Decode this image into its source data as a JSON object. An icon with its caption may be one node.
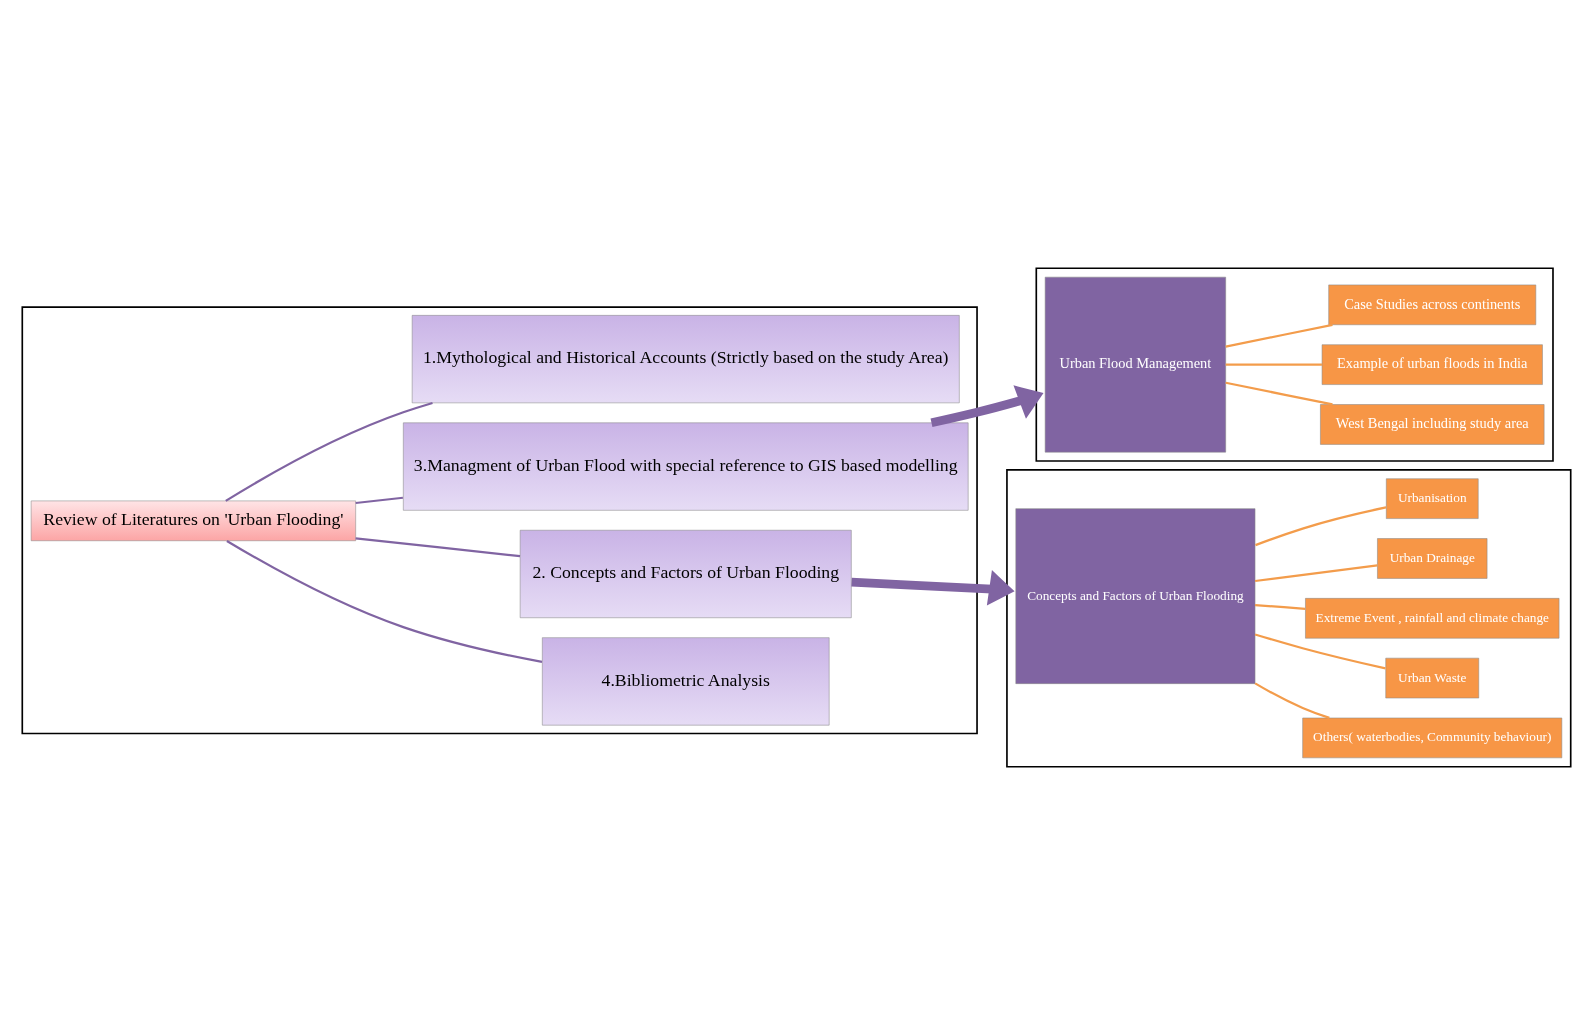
{
  "diagram": {
    "nodes": [
      {
        "text": [],
        "shape": "box"
      },
      {
        "text": [
          "Review of Literatures on 'Urban Flooding'"
        ],
        "in": 0
      },
      {
        "text": [
          "1.Mythological and Historical Accounts (Strictly based on the study Area)"
        ],
        "in": 0
      },
      {
        "text": [
          "2. Concepts and Factors of Urban Flooding"
        ],
        "in": 0
      },
      {
        "text": [
          "3.Managment of Urban Flood with special reference to GIS based modelling"
        ],
        "in": 0
      },
      {
        "text": [
          "4.Bibliometric Analysis"
        ],
        "in": 0
      },
      {
        "text": [],
        "shape": "box"
      },
      {
        "text": [
          "Concepts and Factors of Urban Flooding"
        ],
        "in": 6
      },
      {
        "text": [
          "Urbanisation"
        ],
        "in": 6
      },
      {
        "text": [
          "Urban Drainage"
        ],
        "in": 6
      },
      {
        "text": [
          "Extreme Event , rainfall and climate change"
        ],
        "in": 6
      },
      {
        "text": [
          "Urban Waste"
        ],
        "in": 6
      },
      {
        "text": [
          "Others( waterbodies, Community behaviour)"
        ],
        "in": 6
      },
      {
        "text": [],
        "shape": "box"
      },
      {
        "text": [
          "Urban Flood Management"
        ],
        "in": 13
      },
      {
        "text": [
          "Case Studies across continents"
        ],
        "in": 13
      },
      {
        "text": [
          "Example of urban floods in India"
        ],
        "in": 13
      },
      {
        "text": [
          "West Bengal including study area"
        ],
        "in": 13
      }
    ],
    "edges": [
      {
        "from": 1,
        "to": 2,
        "arrow": "none",
        "color": "#8064a2"
      },
      {
        "from": 1,
        "to": 3,
        "arrow": "none",
        "color": "#8064a2"
      },
      {
        "from": 1,
        "to": 4,
        "arrow": "none",
        "color": "#8064a2"
      },
      {
        "from": 1,
        "to": 5,
        "arrow": "none",
        "color": "#8064a2"
      },
      {
        "from": 3,
        "to": 6,
        "arrow": "to",
        "style": "thick",
        "color": "#8064a2"
      },
      {
        "from": 4,
        "to": 13,
        "arrow": "to",
        "style": "thick",
        "color": "#8064a2"
      },
      {
        "from": 7,
        "to": 8,
        "arrow": "none",
        "color": "#f39c4b"
      },
      {
        "from": 7,
        "to": 9,
        "arrow": "none",
        "color": "#f39c4b"
      },
      {
        "from": 7,
        "to": 10,
        "arrow": "none",
        "color": "#f39c4b"
      },
      {
        "from": 7,
        "to": 11,
        "arrow": "none",
        "color": "#f39c4b"
      },
      {
        "from": 7,
        "to": 12,
        "arrow": "none",
        "color": "#f39c4b"
      },
      {
        "from": 14,
        "to": 15,
        "arrow": "none",
        "color": "#f39c4b"
      },
      {
        "from": 14,
        "to": 16,
        "arrow": "none",
        "color": "#f39c4b"
      },
      {
        "from": 14,
        "to": 17,
        "arrow": "none",
        "color": "#f39c4b"
      }
    ]
  }
}
